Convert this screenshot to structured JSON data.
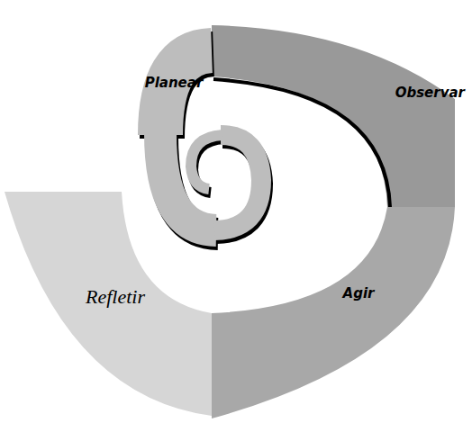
{
  "diagram": {
    "nodes": [
      {
        "text": [
          "Planear"
        ]
      },
      {
        "text": [
          "Observar"
        ]
      },
      {
        "text": [
          "Agir"
        ]
      },
      {
        "text": [
          "Refletir"
        ]
      }
    ]
  }
}
